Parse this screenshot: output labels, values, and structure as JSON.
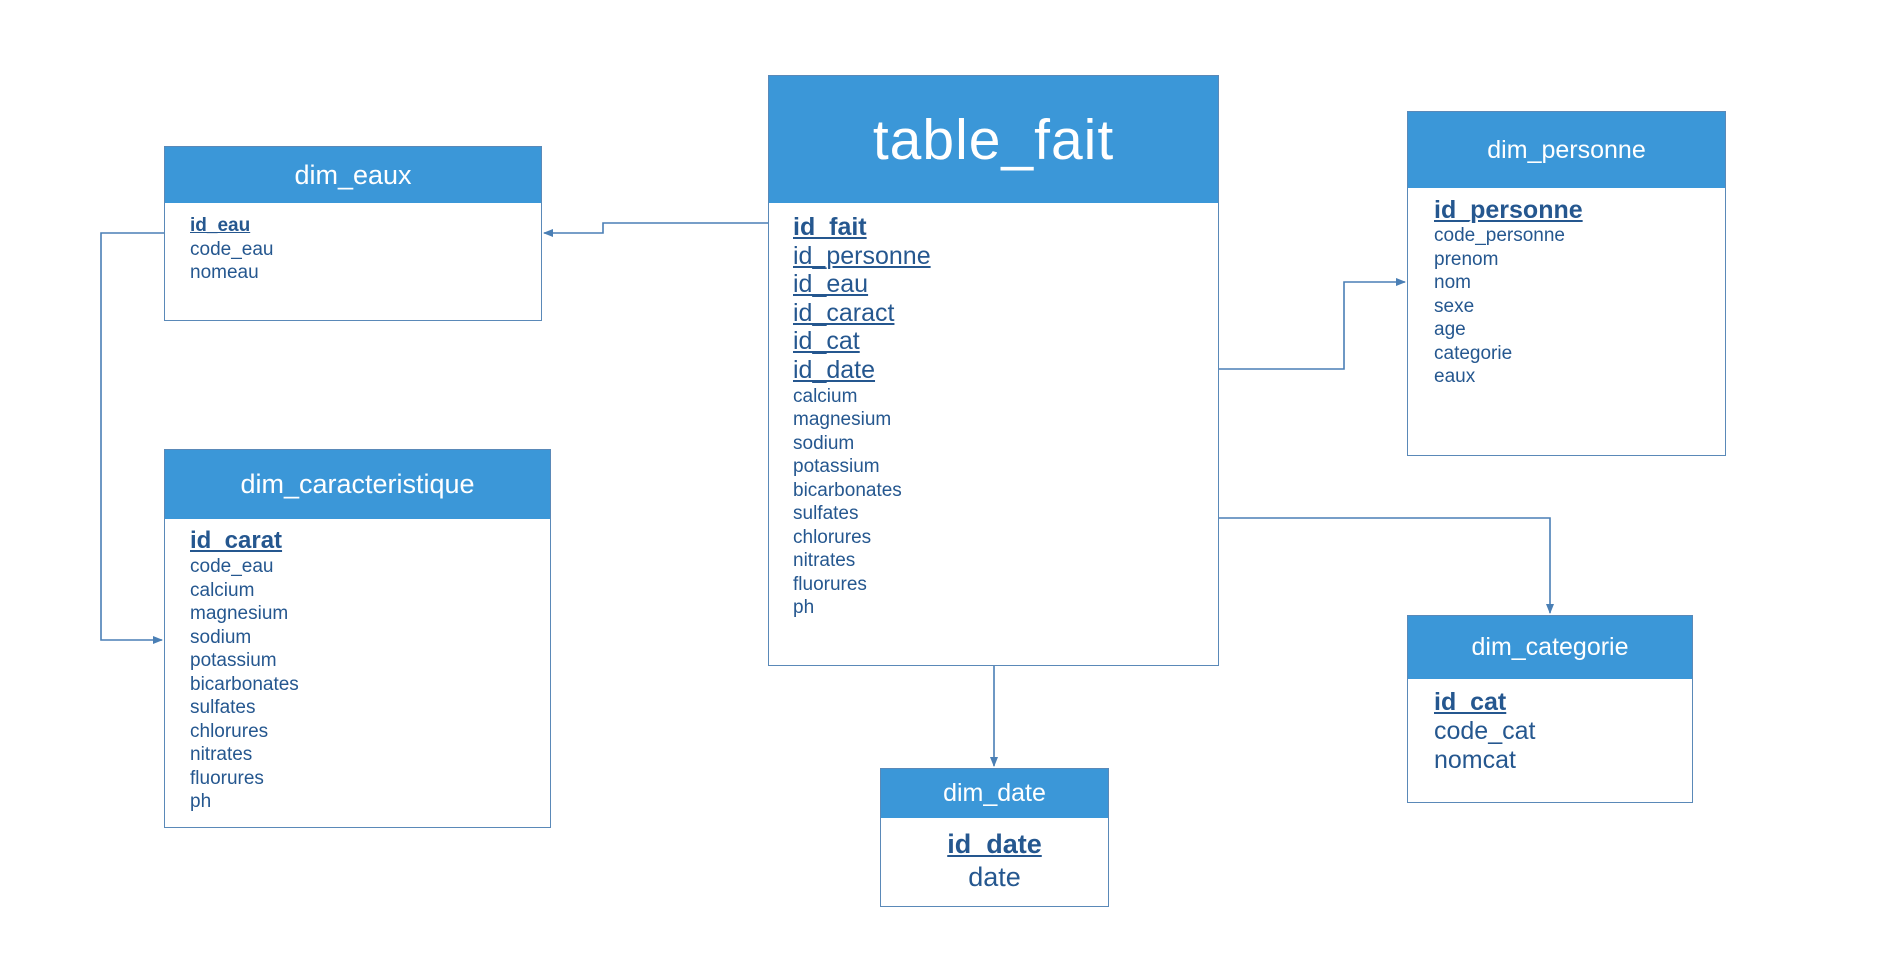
{
  "tables": {
    "fait": {
      "title": "table_fait",
      "keys": [
        "id_fait",
        "id_personne",
        "id_eau",
        "id_caract",
        "id_cat",
        "id_date"
      ],
      "fields": [
        "calcium",
        "magnesium",
        "sodium",
        "potassium",
        "bicarbonates",
        "sulfates",
        "chlorures",
        "nitrates",
        "fluorures",
        "ph"
      ]
    },
    "eaux": {
      "title": "dim_eaux",
      "pk": "id_eau",
      "fields": [
        "code_eau",
        "nomeau"
      ]
    },
    "caracteristique": {
      "title": "dim_caracteristique",
      "pk": "id_carat",
      "fields": [
        "code_eau",
        "calcium",
        "magnesium",
        "sodium",
        "potassium",
        "bicarbonates",
        "sulfates",
        "chlorures",
        "nitrates",
        "fluorures",
        "ph"
      ]
    },
    "personne": {
      "title": "dim_personne",
      "pk": "id_personne",
      "fields": [
        "code_personne",
        "prenom",
        "nom",
        "sexe",
        "age",
        "categorie",
        "eaux"
      ]
    },
    "categorie": {
      "title": "dim_categorie",
      "pk": "id_cat",
      "fields": [
        "code_cat",
        "nomcat"
      ]
    },
    "date": {
      "title": "dim_date",
      "pk": "id_date",
      "fields": [
        "date"
      ]
    }
  },
  "colors": {
    "header": "#3b97d8",
    "border": "#5a89b8",
    "text": "#25578f",
    "line": "#4a7fb5"
  }
}
